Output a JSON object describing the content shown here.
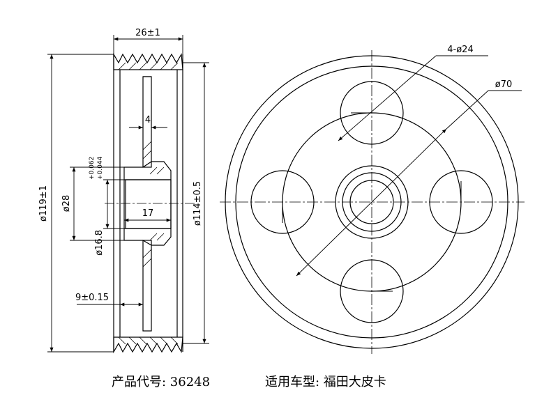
{
  "dimensions": {
    "width_top": "26±1",
    "outer_dia": "ø119±1",
    "groove_dia": "ø114±0.5",
    "hub_dia": "ø28",
    "bore_dia_base": "ø16.8",
    "bore_tol_upper": "+0.062",
    "bore_tol_lower": "+0.044",
    "web_thickness": "4",
    "hub_length": "17",
    "offset": "9±0.15",
    "holes": "4-ø24",
    "pitch_circle": "ø70"
  },
  "captions": {
    "product_code": "产品代号: 36248",
    "vehicle": "适用车型: 福田大皮卡"
  }
}
